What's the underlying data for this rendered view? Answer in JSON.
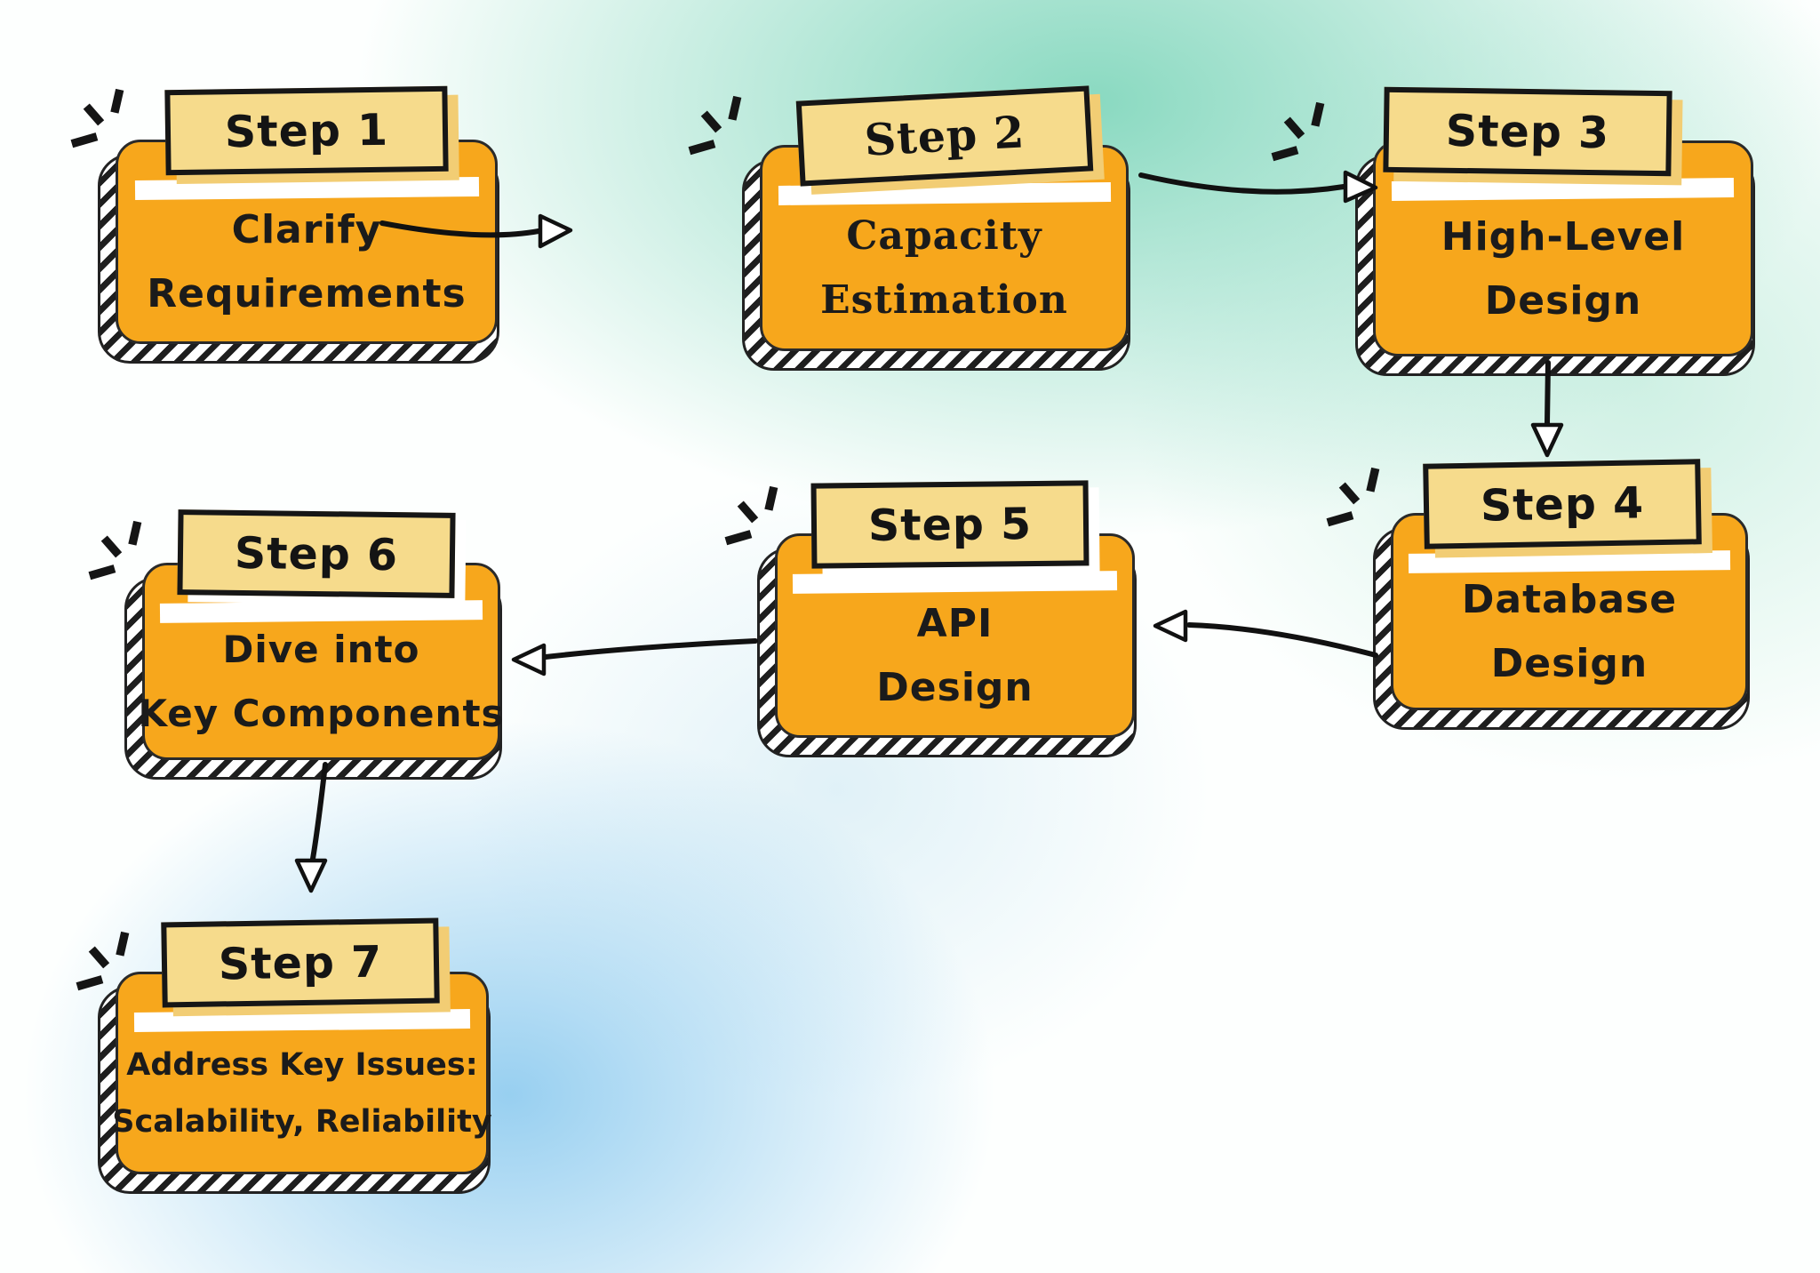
{
  "diagram_type": "flowchart",
  "steps": [
    {
      "label": "Step 1",
      "lines": [
        "Clarify",
        "Requirements"
      ]
    },
    {
      "label": "Step 2",
      "lines": [
        "Capacity",
        "Estimation"
      ]
    },
    {
      "label": "Step 3",
      "lines": [
        "High-Level",
        "Design"
      ]
    },
    {
      "label": "Step 4",
      "lines": [
        "Database",
        "Design"
      ]
    },
    {
      "label": "Step 5",
      "lines": [
        "API",
        "Design"
      ]
    },
    {
      "label": "Step 6",
      "lines": [
        "Dive into",
        "Key Components"
      ]
    },
    {
      "label": "Step 7",
      "lines": [
        "Address Key Issues:",
        "Scalability, Reliability"
      ]
    }
  ],
  "connections": [
    {
      "from": "Step 1",
      "to": "Step 2"
    },
    {
      "from": "Step 2",
      "to": "Step 3"
    },
    {
      "from": "Step 3",
      "to": "Step 4"
    },
    {
      "from": "Step 4",
      "to": "Step 5"
    },
    {
      "from": "Step 5",
      "to": "Step 6"
    },
    {
      "from": "Step 6",
      "to": "Step 7"
    }
  ],
  "icons": {
    "sparkle": "hand-drawn-burst-lines",
    "arrowhead": "hollow-triangle"
  },
  "colors": {
    "box_fill": "#F7A71C",
    "tab_fill": "#F6DB8C",
    "tab_shadow": "#F2CD74",
    "ink": "#1B1B1B",
    "background_teal": "#86D7BD",
    "background_blue": "#8EC9EC",
    "background_base": "#FDFFFE"
  }
}
